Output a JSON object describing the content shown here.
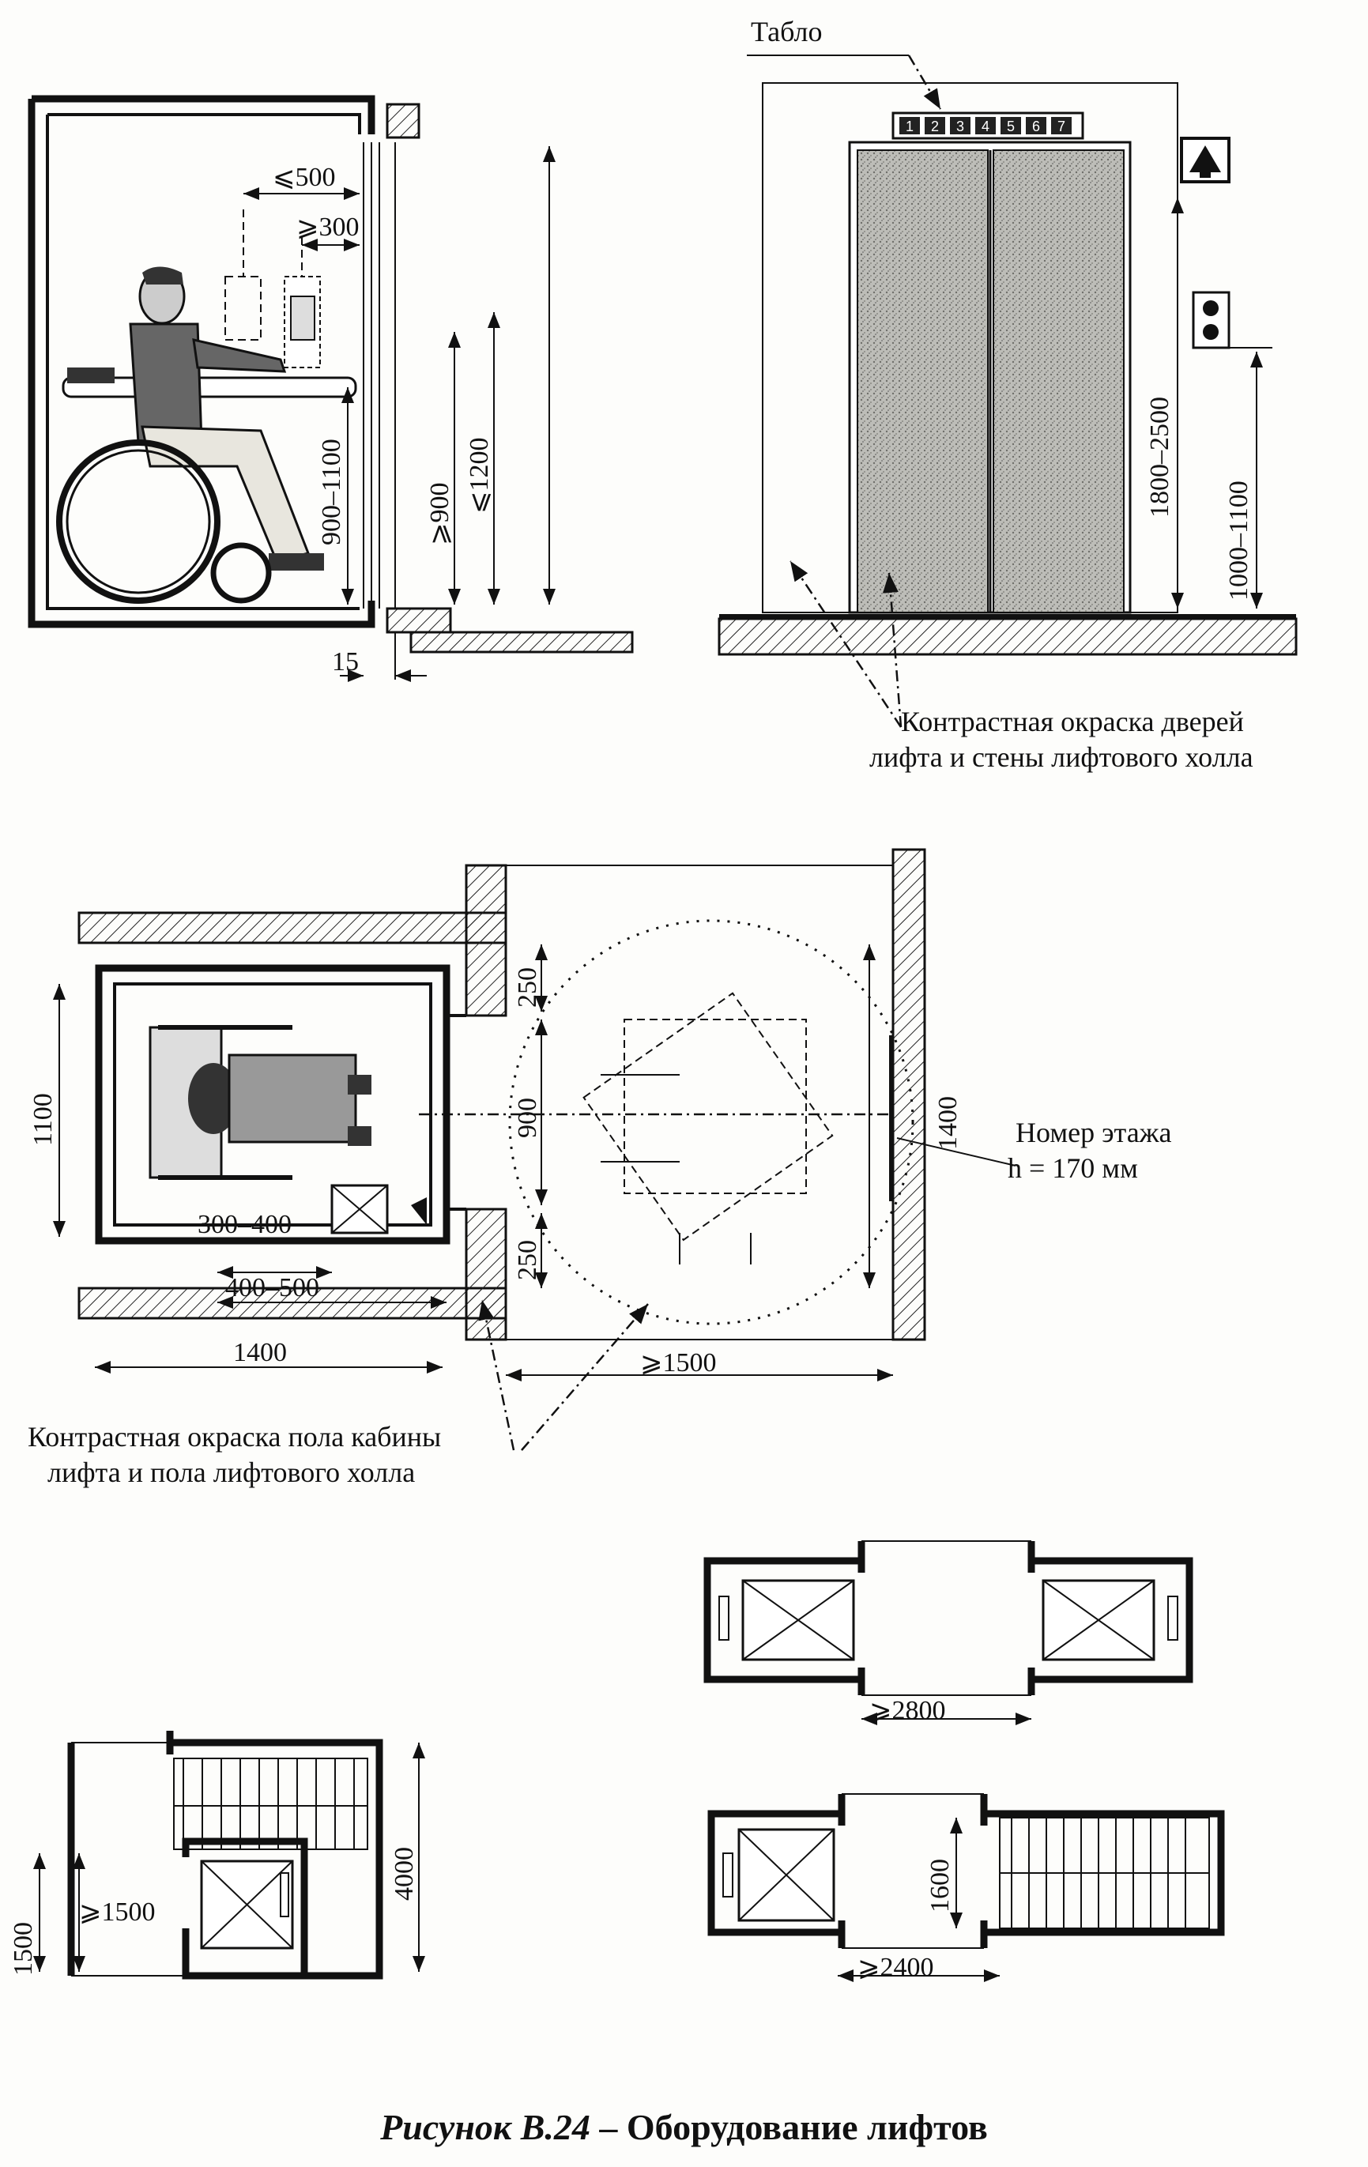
{
  "labels": {
    "tablo": "Табло",
    "door_contrast_1": "Контрастная окраска дверей",
    "door_contrast_2": "лифта и стены лифтового холла",
    "floor_contrast_1": "Контрастная окраска пола кабины",
    "floor_contrast_2": "лифта и пола лифтового холла",
    "floor_number": "Номер этажа",
    "floor_number_h": "h = 170 мм"
  },
  "display_digits": [
    "1",
    "2",
    "3",
    "4",
    "5",
    "6",
    "7"
  ],
  "dimensions": {
    "d_500": "⩽500",
    "d_300": "⩾300",
    "d_900_1100": "900–1100",
    "d_900": "⩾900",
    "d_1200": "⩽1200",
    "d_15": "15",
    "d_1800_2500": "1800–2500",
    "d_1000_1100": "1000–1100",
    "d_250_top": "250",
    "d_900_door": "900",
    "d_250_bottom": "250",
    "d_1100": "1100",
    "d_1400_hall": "1400",
    "d_300_400": "300–400",
    "d_400_500": "400–500",
    "d_1400_cab": "1400",
    "d_1500_hall": "⩾1500",
    "d_2800": "⩾2800",
    "d_2400": "⩾2400",
    "d_1600": "1600",
    "d_4000": "4000",
    "d_1500_side": "1500",
    "d_1500_stair": "⩾1500"
  },
  "caption": {
    "number": "Рисунок В.24",
    "dash": " – ",
    "title": "Оборудование лифтов"
  }
}
